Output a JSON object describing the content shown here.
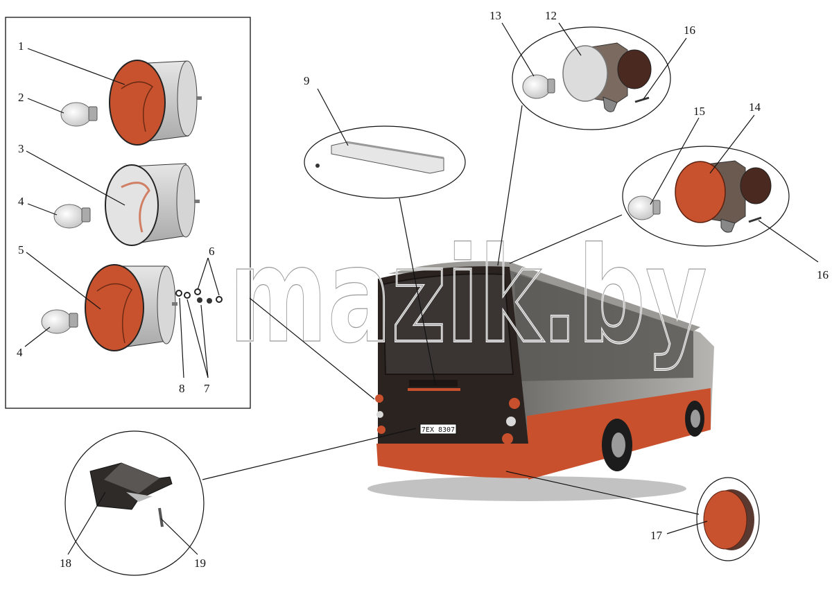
{
  "diagram": {
    "watermark": "mazik.by",
    "license_plate": "7EX 8307",
    "callouts": {
      "c1": "1",
      "c2": "2",
      "c3": "3",
      "c4a": "4",
      "c4b": "4",
      "c5": "5",
      "c6": "6",
      "c7": "7",
      "c8": "8",
      "c9": "9",
      "c12": "12",
      "c13": "13",
      "c14": "14",
      "c15": "15",
      "c16a": "16",
      "c16b": "16",
      "c17": "17",
      "c18": "18",
      "c19": "19"
    },
    "colors": {
      "lamp_orange": "#c8522e",
      "housing_gray": "#cfcfcf",
      "bus_dark": "#2a2320",
      "bus_red": "#c9502c",
      "bus_gray": "#8a8a88"
    }
  }
}
